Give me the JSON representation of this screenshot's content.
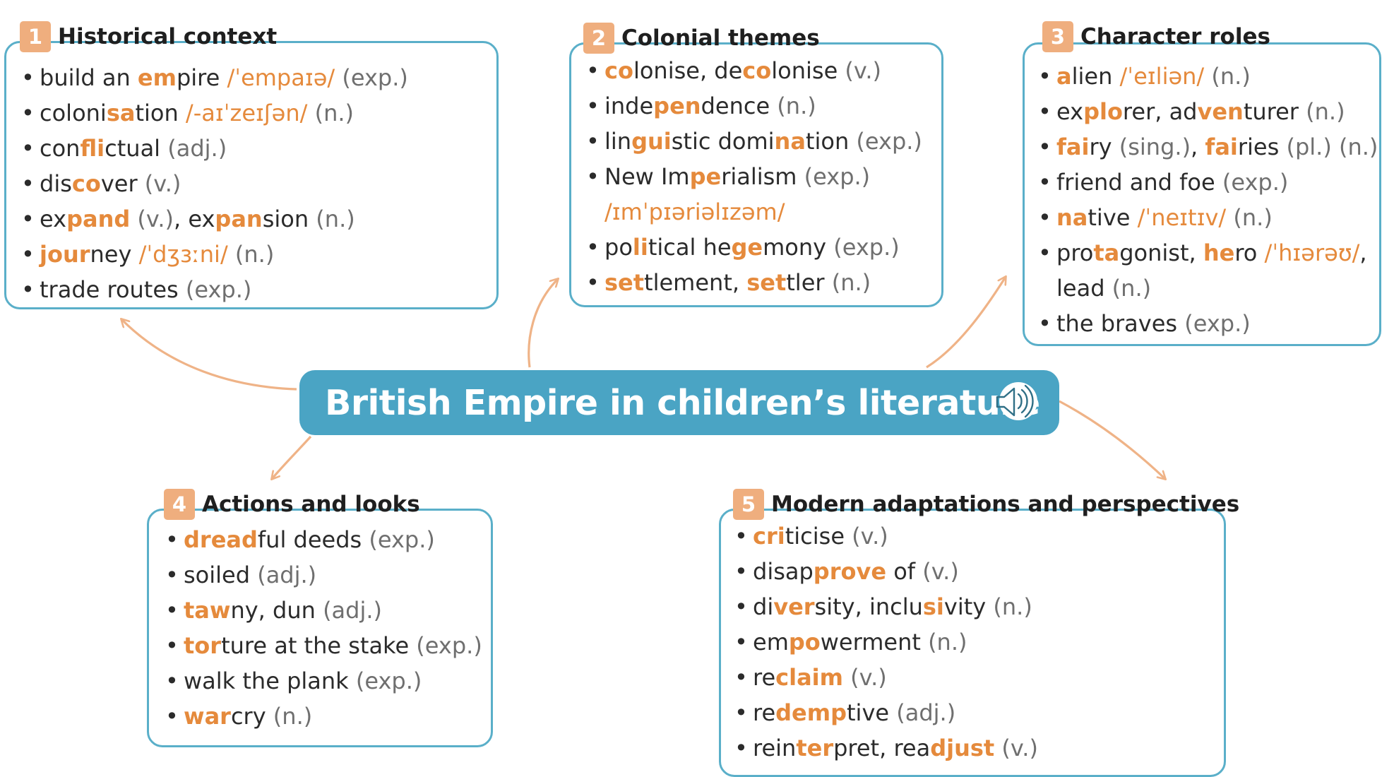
{
  "central": {
    "title": "British Empire in children’s literature",
    "icon": "speaker-icon"
  },
  "colors": {
    "accent_orange": "#e58a3c",
    "badge_orange": "#efae7e",
    "box_blue": "#5aafc9",
    "center_blue": "#4aa4c4",
    "arrow": "#efb387"
  },
  "sections": [
    {
      "number": "1",
      "title": "Historical context",
      "items": [
        [
          {
            "t": "build an "
          },
          {
            "t": "em",
            "c": "hl"
          },
          {
            "t": "pire "
          },
          {
            "t": "/ˈempaɪə/",
            "c": "pron"
          },
          {
            "t": " (exp.)",
            "c": "gram"
          }
        ],
        [
          {
            "t": "coloni"
          },
          {
            "t": "sa",
            "c": "hl"
          },
          {
            "t": "tion "
          },
          {
            "t": "/-aɪˈzeɪʃən/",
            "c": "pron"
          },
          {
            "t": " (n.)",
            "c": "gram"
          }
        ],
        [
          {
            "t": "con"
          },
          {
            "t": "fli",
            "c": "hl"
          },
          {
            "t": "ctual "
          },
          {
            "t": "(adj.)",
            "c": "gram"
          }
        ],
        [
          {
            "t": "dis"
          },
          {
            "t": "co",
            "c": "hl"
          },
          {
            "t": "ver "
          },
          {
            "t": "(v.)",
            "c": "gram"
          }
        ],
        [
          {
            "t": "ex"
          },
          {
            "t": "pand",
            "c": "hl"
          },
          {
            "t": " "
          },
          {
            "t": "(v.)",
            "c": "gram"
          },
          {
            "t": ", ex"
          },
          {
            "t": "pan",
            "c": "hl"
          },
          {
            "t": "sion "
          },
          {
            "t": "(n.)",
            "c": "gram"
          }
        ],
        [
          {
            "t": "jour",
            "c": "hl"
          },
          {
            "t": "ney "
          },
          {
            "t": "/ˈdʒɜːni/",
            "c": "pron"
          },
          {
            "t": " (n.)",
            "c": "gram"
          }
        ],
        [
          {
            "t": "trade routes "
          },
          {
            "t": "(exp.)",
            "c": "gram"
          }
        ]
      ]
    },
    {
      "number": "2",
      "title": "Colonial themes",
      "items": [
        [
          {
            "t": "co",
            "c": "hl"
          },
          {
            "t": "lonise, de"
          },
          {
            "t": "co",
            "c": "hl"
          },
          {
            "t": "lonise "
          },
          {
            "t": "(v.)",
            "c": "gram"
          }
        ],
        [
          {
            "t": "inde"
          },
          {
            "t": "pen",
            "c": "hl"
          },
          {
            "t": "dence "
          },
          {
            "t": "(n.)",
            "c": "gram"
          }
        ],
        [
          {
            "t": "lin"
          },
          {
            "t": "gui",
            "c": "hl"
          },
          {
            "t": "stic domi"
          },
          {
            "t": "na",
            "c": "hl"
          },
          {
            "t": "tion "
          },
          {
            "t": "(exp.)",
            "c": "gram"
          }
        ],
        [
          {
            "t": "New Im"
          },
          {
            "t": "pe",
            "c": "hl"
          },
          {
            "t": "rialism "
          },
          {
            "t": "(exp.)",
            "c": "gram"
          },
          {
            "br": true
          },
          {
            "t": "/ɪmˈpɪəriəlɪzəm/",
            "c": "pron"
          }
        ],
        [
          {
            "t": "po"
          },
          {
            "t": "li",
            "c": "hl"
          },
          {
            "t": "tical he"
          },
          {
            "t": "ge",
            "c": "hl"
          },
          {
            "t": "mony "
          },
          {
            "t": "(exp.)",
            "c": "gram"
          }
        ],
        [
          {
            "t": "set",
            "c": "hl"
          },
          {
            "t": "tlement, "
          },
          {
            "t": "set",
            "c": "hl"
          },
          {
            "t": "tler "
          },
          {
            "t": "(n.)",
            "c": "gram"
          }
        ]
      ]
    },
    {
      "number": "3",
      "title": "Character roles",
      "items": [
        [
          {
            "t": "a",
            "c": "hl"
          },
          {
            "t": "lien "
          },
          {
            "t": "/ˈeɪliən/",
            "c": "pron"
          },
          {
            "t": " (n.)",
            "c": "gram"
          }
        ],
        [
          {
            "t": "ex"
          },
          {
            "t": "plo",
            "c": "hl"
          },
          {
            "t": "rer, ad"
          },
          {
            "t": "ven",
            "c": "hl"
          },
          {
            "t": "turer "
          },
          {
            "t": "(n.)",
            "c": "gram"
          }
        ],
        [
          {
            "t": "fai",
            "c": "hl"
          },
          {
            "t": "ry "
          },
          {
            "t": "(sing.)",
            "c": "gram"
          },
          {
            "t": ", "
          },
          {
            "t": "fai",
            "c": "hl"
          },
          {
            "t": "ries "
          },
          {
            "t": "(pl.) (n.)",
            "c": "gram"
          }
        ],
        [
          {
            "t": "friend and foe "
          },
          {
            "t": "(exp.)",
            "c": "gram"
          }
        ],
        [
          {
            "t": "na",
            "c": "hl"
          },
          {
            "t": "tive "
          },
          {
            "t": "/ˈneɪtɪv/",
            "c": "pron"
          },
          {
            "t": " (n.)",
            "c": "gram"
          }
        ],
        [
          {
            "t": "pro"
          },
          {
            "t": "ta",
            "c": "hl"
          },
          {
            "t": "gonist, "
          },
          {
            "t": "he",
            "c": "hl"
          },
          {
            "t": "ro "
          },
          {
            "t": "/ˈhɪərəʊ/",
            "c": "pron"
          },
          {
            "t": ","
          },
          {
            "br": true
          },
          {
            "t": "lead "
          },
          {
            "t": "(n.)",
            "c": "gram"
          }
        ],
        [
          {
            "t": "the braves "
          },
          {
            "t": "(exp.)",
            "c": "gram"
          }
        ]
      ]
    },
    {
      "number": "4",
      "title": "Actions and looks",
      "items": [
        [
          {
            "t": "dread",
            "c": "hl"
          },
          {
            "t": "ful deeds "
          },
          {
            "t": "(exp.)",
            "c": "gram"
          }
        ],
        [
          {
            "t": "soiled "
          },
          {
            "t": "(adj.)",
            "c": "gram"
          }
        ],
        [
          {
            "t": "taw",
            "c": "hl"
          },
          {
            "t": "ny, dun "
          },
          {
            "t": "(adj.)",
            "c": "gram"
          }
        ],
        [
          {
            "t": "tor",
            "c": "hl"
          },
          {
            "t": "ture at the stake "
          },
          {
            "t": "(exp.)",
            "c": "gram"
          }
        ],
        [
          {
            "t": "walk the plank "
          },
          {
            "t": "(exp.)",
            "c": "gram"
          }
        ],
        [
          {
            "t": "war",
            "c": "hl"
          },
          {
            "t": "cry "
          },
          {
            "t": "(n.)",
            "c": "gram"
          }
        ]
      ]
    },
    {
      "number": "5",
      "title": "Modern adaptations and perspectives",
      "items": [
        [
          {
            "t": "cri",
            "c": "hl"
          },
          {
            "t": "ticise "
          },
          {
            "t": "(v.)",
            "c": "gram"
          }
        ],
        [
          {
            "t": "disap"
          },
          {
            "t": "prove",
            "c": "hl"
          },
          {
            "t": " of "
          },
          {
            "t": "(v.)",
            "c": "gram"
          }
        ],
        [
          {
            "t": "di"
          },
          {
            "t": "ver",
            "c": "hl"
          },
          {
            "t": "sity, inclu"
          },
          {
            "t": "si",
            "c": "hl"
          },
          {
            "t": "vity "
          },
          {
            "t": "(n.)",
            "c": "gram"
          }
        ],
        [
          {
            "t": "em"
          },
          {
            "t": "po",
            "c": "hl"
          },
          {
            "t": "werment "
          },
          {
            "t": "(n.)",
            "c": "gram"
          }
        ],
        [
          {
            "t": "re"
          },
          {
            "t": "claim",
            "c": "hl"
          },
          {
            "t": " "
          },
          {
            "t": "(v.)",
            "c": "gram"
          }
        ],
        [
          {
            "t": "re"
          },
          {
            "t": "demp",
            "c": "hl"
          },
          {
            "t": "tive "
          },
          {
            "t": "(adj.)",
            "c": "gram"
          }
        ],
        [
          {
            "t": "rein"
          },
          {
            "t": "ter",
            "c": "hl"
          },
          {
            "t": "pret, rea"
          },
          {
            "t": "djust",
            "c": "hl"
          },
          {
            "t": " "
          },
          {
            "t": "(v.)",
            "c": "gram"
          }
        ]
      ]
    }
  ]
}
